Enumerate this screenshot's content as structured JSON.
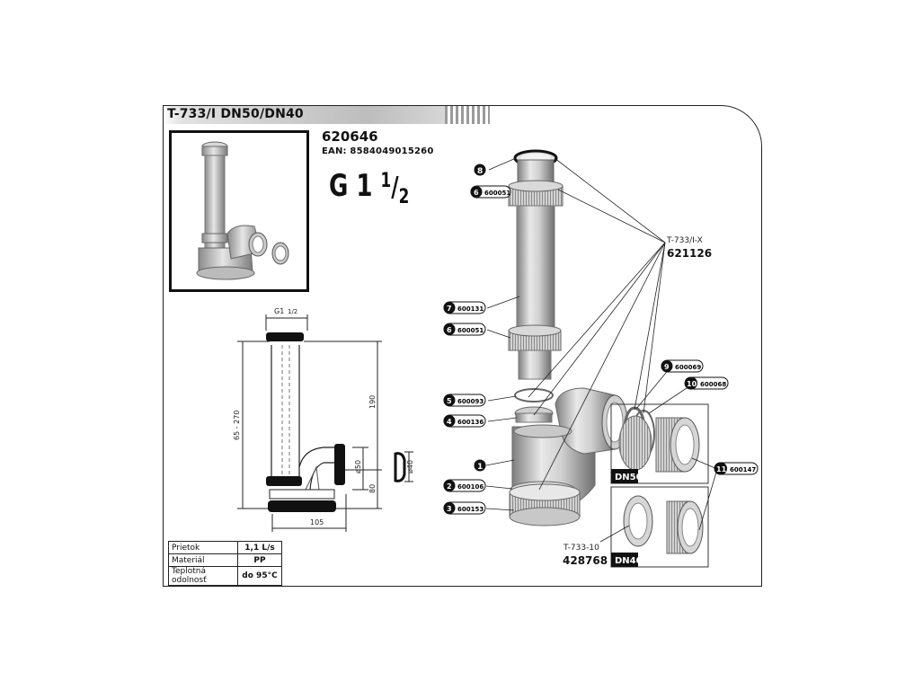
{
  "header": {
    "title": "T-733/I DN50/DN40"
  },
  "product": {
    "code": "620646",
    "ean": "EAN: 8584049015260",
    "thread_main": "G 1",
    "thread_num": "1",
    "thread_den": "2"
  },
  "drawing": {
    "dim_thread": "G1",
    "dim_thread_frac": "1/2",
    "dim_height": "65 - 270",
    "dim_190": "190",
    "dim_80": "80",
    "dim_50": "ø50",
    "dim_40": "ø40",
    "dim_105": "105"
  },
  "parts": [
    {
      "num": "8",
      "code": ""
    },
    {
      "num": "6",
      "code": "600051"
    },
    {
      "num": "7",
      "code": "600131"
    },
    {
      "num": "6",
      "code": "600051"
    },
    {
      "num": "5",
      "code": "600093"
    },
    {
      "num": "4",
      "code": "600136"
    },
    {
      "num": "1",
      "code": ""
    },
    {
      "num": "2",
      "code": "600106"
    },
    {
      "num": "3",
      "code": "600153"
    },
    {
      "num": "9",
      "code": "600069"
    },
    {
      "num": "10",
      "code": "600068"
    },
    {
      "num": "11",
      "code": "600147"
    }
  ],
  "kits": {
    "upper_label": "T-733/I-X",
    "upper_code": "621126",
    "lower_label": "T-733-10",
    "lower_code": "428768",
    "dn50": "DN50",
    "dn40": "DN40"
  },
  "specs": [
    {
      "label": "Prietok",
      "value": "1,1 L/s"
    },
    {
      "label": "Materiál",
      "value": "PP"
    },
    {
      "label": "Teplotná odolnosť",
      "value": "do 95°C"
    }
  ]
}
